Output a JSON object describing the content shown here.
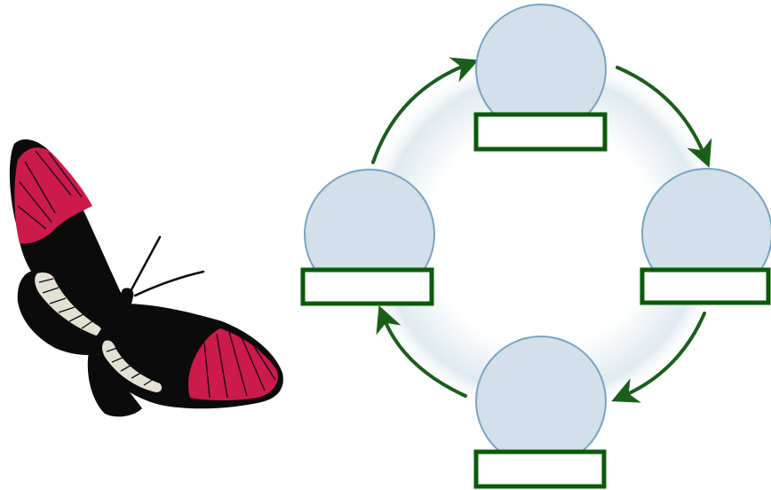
{
  "diagram": {
    "type": "life-cycle",
    "illustration": "butterfly",
    "stages": [
      {
        "position": "top",
        "label": ""
      },
      {
        "position": "right",
        "label": ""
      },
      {
        "position": "bottom",
        "label": ""
      },
      {
        "position": "left",
        "label": ""
      }
    ],
    "arrows": [
      {
        "from": "top",
        "to": "right"
      },
      {
        "from": "right",
        "to": "bottom"
      },
      {
        "from": "bottom",
        "to": "left"
      },
      {
        "from": "left",
        "to": "top"
      }
    ]
  },
  "colors": {
    "arrow": "#1b5e1b",
    "label_border": "#0a5a0a",
    "circle_fill": "#d1e0e9",
    "circle_stroke": "#7aa3c2",
    "ring_glow": "#dfe9ef",
    "wing_black": "#0c0b0c",
    "wing_red": "#cc1a4c",
    "wing_white": "#e4e0d4"
  }
}
